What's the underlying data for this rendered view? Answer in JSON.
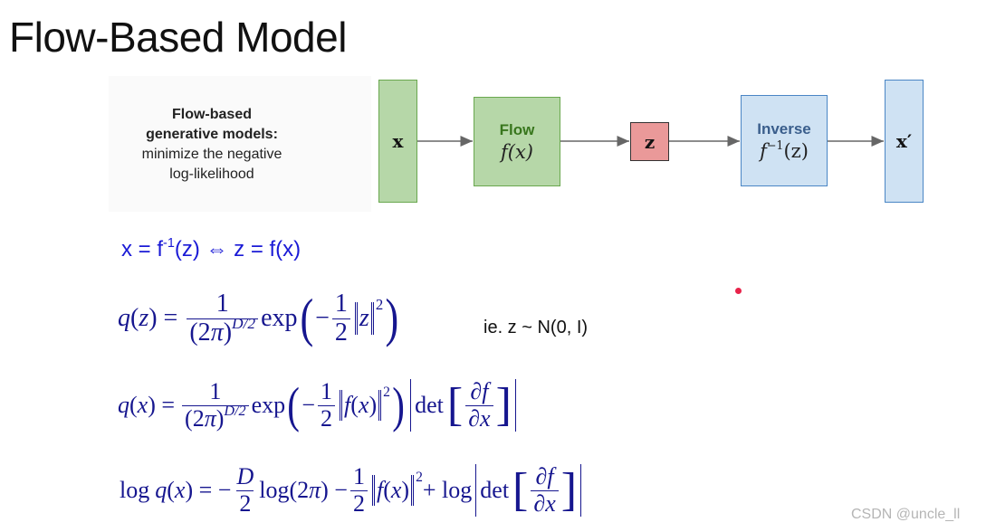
{
  "title": "Flow-Based Model",
  "caption": {
    "bold_line1": "Flow-based",
    "bold_line2": "generative models:",
    "line3": "minimize the negative",
    "line4": "log-likelihood"
  },
  "diagram": {
    "x_label": "x",
    "flow_label": "Flow",
    "flow_func": "f(x)",
    "z_label": "z",
    "inverse_label": "Inverse",
    "inverse_func_base": "f",
    "inverse_func_sup": "−1",
    "inverse_func_arg": "(z)",
    "xprime_label": "x′",
    "colors": {
      "green": "#b6d7a8",
      "green_border": "#6aa84f",
      "red": "#ea9999",
      "red_border": "#333333",
      "blue": "#cfe2f3",
      "blue_border": "#4a86c5"
    }
  },
  "inverse_eq": {
    "lhs": "x = f",
    "sup": "-1",
    "rhs": "(z) ⇔ z = f(x)"
  },
  "note": "ie. z ~ N(0, I)",
  "watermark": "CSDN @uncle_ll"
}
